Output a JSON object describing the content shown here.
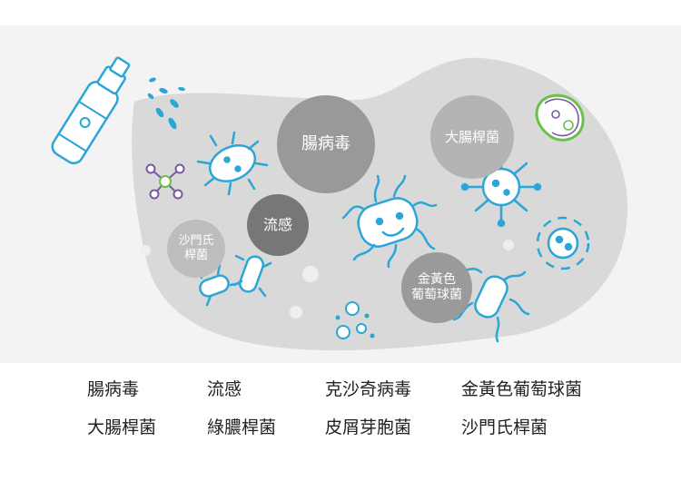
{
  "bubbles": {
    "enterovirus": {
      "label": "腸病毒"
    },
    "ecoli": {
      "label": "大腸桿菌"
    },
    "influenza": {
      "label": "流感"
    },
    "salmonella": {
      "line1": "沙門氏",
      "line2": "桿菌"
    },
    "staph": {
      "line1": "金黃色",
      "line2": "葡萄球菌"
    }
  },
  "legend": {
    "row1": [
      "腸病毒",
      "流感",
      "克沙奇病毒",
      "金黃色葡萄球菌"
    ],
    "row2": [
      "大腸桿菌",
      "綠膿桿菌",
      "皮屑芽胞菌",
      "沙門氏桿菌"
    ]
  },
  "colors": {
    "blob": "#d6d6d6",
    "microbe": "#2ba6d6",
    "accent_green": "#6dbf4b",
    "accent_purple": "#7a5aa6"
  },
  "icons": {
    "spray": "spray-bottle-icon",
    "droplets": "spray-droplets-icon",
    "molecule": "molecule-icon",
    "virus": "virus-icon",
    "bacteria": "bacteria-icon",
    "cell": "cell-icon"
  }
}
